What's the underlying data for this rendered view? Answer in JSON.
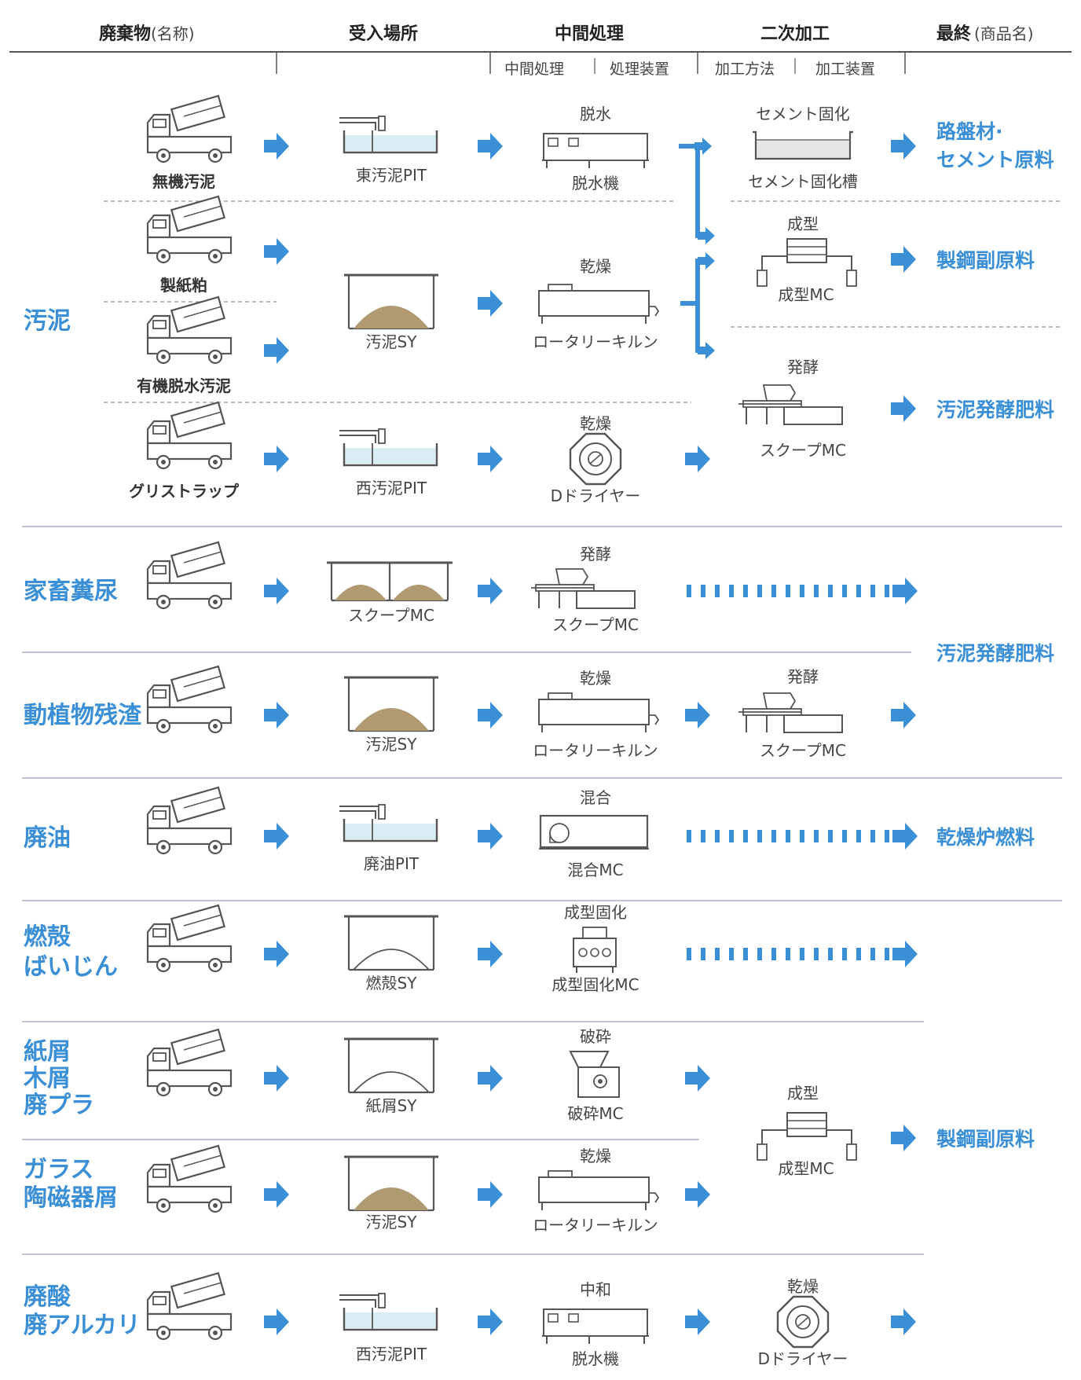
{
  "accent_color": "#3a8fd6",
  "header": {
    "col_waste": "廃棄物",
    "col_waste_sub": "(名称)",
    "col_receive": "受入場所",
    "col_intermediate": "中間処理",
    "col_secondary": "二次加工",
    "col_final": "最終",
    "col_final_sub": "(商品名)",
    "sub_intermediate_process": "中間処理",
    "sub_intermediate_equipment": "処理装置",
    "sub_secondary_method": "加工方法",
    "sub_secondary_equipment": "加工装置"
  },
  "categories": {
    "sludge": "汚泥",
    "livestock": "家畜糞尿",
    "plant_residue": "動植物残渣",
    "waste_oil": "廃油",
    "ash_1": "燃殻",
    "ash_2": "ばいじん",
    "paper_1": "紙屑",
    "paper_2": "木屑",
    "paper_3": "廃プラ",
    "glass_1": "ガラス",
    "glass_2": "陶磁器屑",
    "acid_1": "廃酸",
    "acid_2": "廃アルカリ"
  },
  "waste_labels": {
    "inorganic_sludge": "無機汚泥",
    "paper_sludge": "製紙粕",
    "organic_sludge": "有機脱水汚泥",
    "grease_trap": "グリストラップ"
  },
  "receive_labels": {
    "east_pit": "東汚泥PIT",
    "sludge_sy": "汚泥SY",
    "west_pit": "西汚泥PIT",
    "scoop_mc": "スクープMC",
    "sludge_sy_2": "汚泥SY",
    "oil_pit": "廃油PIT",
    "ash_sy": "燃殻SY",
    "paper_sy": "紙屑SY",
    "sludge_sy_3": "汚泥SY",
    "west_pit_2": "西汚泥PIT"
  },
  "process_labels": {
    "dewater": "脱水",
    "dewater_mc": "脱水機",
    "dry": "乾燥",
    "rotary_kiln": "ロータリーキルン",
    "dry_2": "乾燥",
    "d_dryer": "Dドライヤー",
    "ferment": "発酵",
    "scoop_mc": "スクープMC",
    "dry_3": "乾燥",
    "rotary_kiln_2": "ロータリーキルン",
    "mix": "混合",
    "mix_mc": "混合MC",
    "mold_solid": "成型固化",
    "mold_solid_mc": "成型固化MC",
    "crush": "破砕",
    "crush_mc": "破砕MC",
    "dry_4": "乾燥",
    "rotary_kiln_3": "ロータリーキルン",
    "neutralize": "中和",
    "dewater_mc_2": "脱水機"
  },
  "secondary_labels": {
    "cement_solid": "セメント固化",
    "cement_solid_tank": "セメント固化槽",
    "mold": "成型",
    "mold_mc": "成型MC",
    "ferment": "発酵",
    "scoop_mc": "スクープMC",
    "ferment_2": "発酵",
    "scoop_mc_2": "スクープMC",
    "mold_2": "成型",
    "mold_mc_2": "成型MC",
    "dry": "乾燥",
    "d_dryer": "Dドライヤー"
  },
  "products": {
    "roadbed_1": "路盤材·",
    "roadbed_2": "セメント原料",
    "steel_sub": "製鋼副原料",
    "sludge_fertilizer": "汚泥発酵肥料",
    "fertilizer_2": "汚泥発酵肥料",
    "dryer_fuel": "乾燥炉燃料",
    "steel_sub_2": "製鋼副原料"
  }
}
